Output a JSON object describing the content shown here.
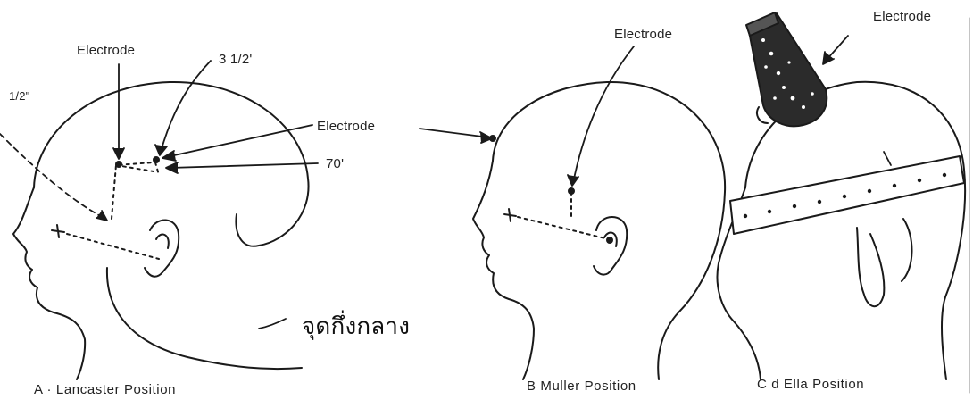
{
  "panel_a": {
    "electrode_top": "Electrode",
    "measure_top": "3 1/2'",
    "measure_left": "1/2\"",
    "electrode_right": "Electrode",
    "angle": "70'",
    "thai_note": "จุดกึ่งกลาง",
    "caption": "A · Lancaster Position"
  },
  "panel_b": {
    "electrode": "Electrode",
    "caption": "B  Muller Position"
  },
  "panel_c": {
    "electrode": "Electrode",
    "caption": "C   d  Ella Position"
  }
}
